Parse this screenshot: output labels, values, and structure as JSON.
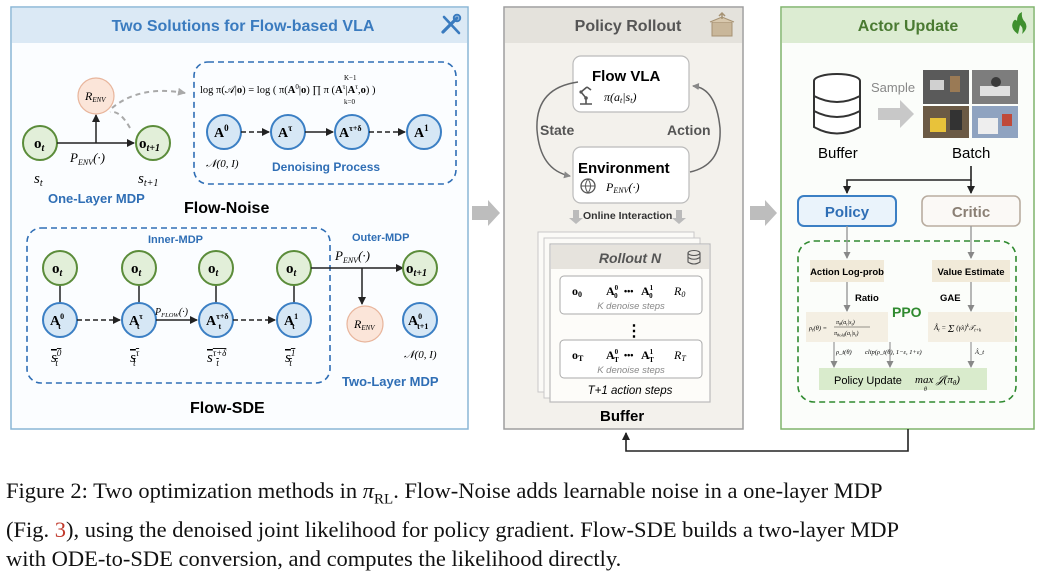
{
  "panels": {
    "left_title": "Two Solutions for Flow-based VLA",
    "middle_title": "Policy Rollout",
    "right_title": "Actor Update"
  },
  "flow_noise": {
    "s_t": "s",
    "s_t_sub": "t",
    "s_t1": "s",
    "s_t1_sub": "t+1",
    "o_t": "o",
    "o_t_sub": "t",
    "o_t1": "o",
    "o_t1_sub": "t+1",
    "penv": "P",
    "penv_sub": "ENV",
    "penv_arg": "(·)",
    "renv": "R",
    "renv_sub": "ENV",
    "one_layer_label": "One-Layer MDP",
    "formula": "log π(𝒜|o) = log ( π(A⁰|o) ∏ π(A^{τ_{k+1}}|A^{τ_k}, o) )",
    "prod_top": "K−1",
    "prod_bottom": "k=0",
    "a0": "A",
    "a0_sup": "0",
    "atau": "A",
    "atau_sup": "τ",
    "atau_d": "A",
    "atau_d_sup": "τ+δ",
    "a1": "A",
    "a1_sup": "1",
    "normal": "𝒩(0, I)",
    "denoise_label": "Denoising Process",
    "section_label": "Flow-Noise"
  },
  "flow_sde": {
    "inner_label": "Inner-MDP",
    "outer_label": "Outer-MDP",
    "two_layer_label": "Two-Layer MDP",
    "section_label": "Flow-SDE",
    "pflow": "P",
    "pflow_sub": "FLOW",
    "pflow_arg": "(·)",
    "penv": "P",
    "penv_sub": "ENV",
    "penv_arg": "(·)",
    "renv": "R",
    "renv_sub": "ENV",
    "normal": "𝒩(0, I)",
    "col_sups": [
      "0",
      "τ",
      "τ+δ",
      "1"
    ],
    "o_label": "o",
    "o_sub": "t",
    "o_next_sub": "t+1",
    "a_label": "A",
    "a_sub": "t",
    "a_next_sub": "t+1",
    "s_label": "s",
    "s_sub": "t"
  },
  "rollout": {
    "flow_vla": "Flow VLA",
    "policy_expr": "π(a",
    "policy_sub": "t",
    "policy_mid": "|s",
    "policy_end": ")",
    "state": "State",
    "action": "Action",
    "environment": "Environment",
    "env_expr": "P",
    "env_sub": "ENV",
    "env_arg": "(·)",
    "online": "Online Interaction",
    "rollout_n": "Rollout N",
    "row1": {
      "o": "o",
      "o_sub": "0",
      "a_start": "A",
      "a_start_sub": "0",
      "a_start_sup": "0",
      "a_end": "A",
      "a_end_sub": "0",
      "a_end_sup": "1",
      "r": "R",
      "r_sub": "0",
      "steps": "K denoise steps"
    },
    "row2": {
      "o": "o",
      "o_sub": "T",
      "a_start": "A",
      "a_start_sub": "T",
      "a_start_sup": "0",
      "a_end": "A",
      "a_end_sub": "T",
      "a_end_sup": "1",
      "r": "R",
      "r_sub": "T",
      "steps": "K denoise steps"
    },
    "dots": "⋮",
    "ellipsis": "•••",
    "action_steps": "T+1 action steps",
    "buffer": "Buffer"
  },
  "actor": {
    "sample": "Sample",
    "buffer": "Buffer",
    "batch": "Batch",
    "policy": "Policy",
    "critic": "Critic",
    "ppo": "PPO",
    "action_logprob": "Action Log-prob",
    "ratio": "Ratio",
    "value_estimate": "Value Estimate",
    "gae": "GAE",
    "ratio_formula": "ρ_t(θ) = π_θ(a_t|s_t) / π_θold(a_t|s_t)",
    "adv_formula": "Â_t = Σ (γλ)^k 𝒯_{t+k}",
    "rho": "ρ_t(θ)",
    "clip": "clip(ρ_t(θ), 1−ε, 1+ε)",
    "adv": "Â_t",
    "policy_update": "Policy Update",
    "max_expr": "max 𝒥(π",
    "max_sub": "θ",
    "max_end": ")",
    "max_under": "θ"
  },
  "caption": {
    "line1_a": "Figure 2: Two optimization methods in ",
    "pi": "π",
    "pi_sub": "RL",
    "line1_b": ". Flow-Noise adds learnable noise in a one-layer MDP",
    "line2_a": "(Fig. ",
    "ref": "3",
    "line2_b": "), using the denoised joint likelihood for policy gradient. Flow-SDE builds a two-layer MDP",
    "line3": "with ODE-to-SDE conversion, and computes the likelihood directly."
  },
  "colors": {
    "left_border": "#8ab6d6",
    "left_title_bg": "#dbe9f5",
    "left_title_text": "#3a7bbf",
    "mid_border": "#9e9e9e",
    "mid_bg": "#f3f1ec",
    "right_border": "#7fb36b",
    "right_title_bg": "#dcecd2",
    "green_node_fill": "#e2efd9",
    "green_node_stroke": "#5b8c3a",
    "blue_node_fill": "#d6e7f5",
    "blue_node_stroke": "#3b7fc4",
    "renv_fill": "#fbe5d9",
    "label_blue": "#2f6eb5",
    "ppo_green": "#2f8a2f"
  },
  "icons": [
    "tools-icon",
    "box-icon",
    "flame-icon",
    "robot-arm-icon",
    "globe-icon",
    "database-icon",
    "robot-photo-grid"
  ]
}
